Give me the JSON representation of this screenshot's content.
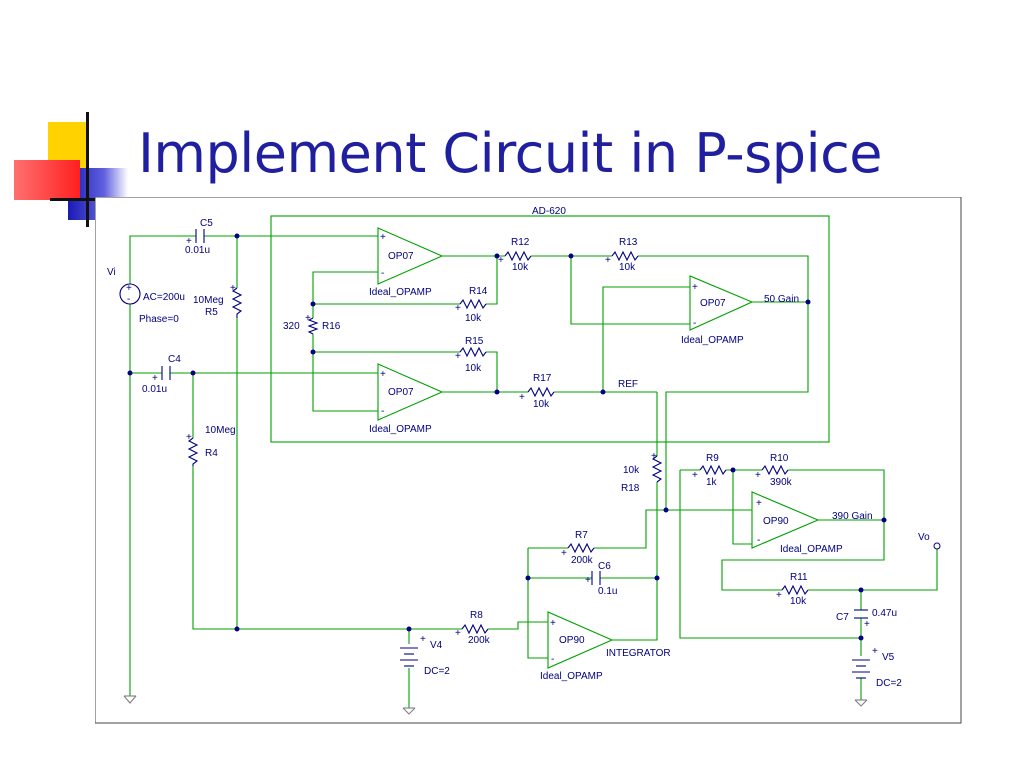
{
  "title": "Implement Circuit in P-spice",
  "colors": {
    "title": "#1f1f9f",
    "wire": "#00a000",
    "component": "#000080",
    "deco_yellow": "#ffd200",
    "deco_blue": "#2424c8",
    "deco_red": "#ff3030"
  },
  "block": {
    "label": "AD-620"
  },
  "sources": {
    "vi": {
      "name": "Vi",
      "ac": "AC=200u",
      "phase": "Phase=0"
    },
    "v4": {
      "name": "V4",
      "dc": "DC=2"
    },
    "v5": {
      "name": "V5",
      "dc": "DC=2"
    }
  },
  "capacitors": {
    "c5": {
      "name": "C5",
      "value": "0.01u"
    },
    "c4": {
      "name": "C4",
      "value": "0.01u"
    },
    "c6": {
      "name": "C6",
      "value": "0.1u"
    },
    "c7": {
      "name": "C7",
      "value": "0.47u"
    }
  },
  "resistors": {
    "r5": {
      "name": "R5",
      "value": "10Meg"
    },
    "r4": {
      "name": "R4",
      "value": "10Meg"
    },
    "r16": {
      "name": "R16",
      "value": "320"
    },
    "r14": {
      "name": "R14",
      "value": "10k"
    },
    "r15": {
      "name": "R15",
      "value": "10k"
    },
    "r12": {
      "name": "R12",
      "value": "10k"
    },
    "r13": {
      "name": "R13",
      "value": "10k"
    },
    "r17": {
      "name": "R17",
      "value": "10k"
    },
    "r18": {
      "name": "R18",
      "value": "10k"
    },
    "r9": {
      "name": "R9",
      "value": "1k"
    },
    "r10": {
      "name": "R10",
      "value": "390k"
    },
    "r7": {
      "name": "R7",
      "value": "200k"
    },
    "r8": {
      "name": "R8",
      "value": "200k"
    },
    "r11": {
      "name": "R11",
      "value": "10k"
    }
  },
  "opamps": {
    "u1": {
      "part": "OP07",
      "model": "Ideal_OPAMP"
    },
    "u2": {
      "part": "OP07",
      "model": "Ideal_OPAMP"
    },
    "u3": {
      "part": "OP07",
      "model": "Ideal_OPAMP"
    },
    "u4": {
      "part": "OP90",
      "model": "Ideal_OPAMP"
    },
    "u5": {
      "part": "OP90",
      "model": "Ideal_OPAMP"
    }
  },
  "labels": {
    "gain50": "50  Gain",
    "gain390": "390  Gain",
    "ref": "REF",
    "integrator": "INTEGRATOR",
    "vo": "Vo",
    "plus": "+",
    "minus": "-"
  }
}
